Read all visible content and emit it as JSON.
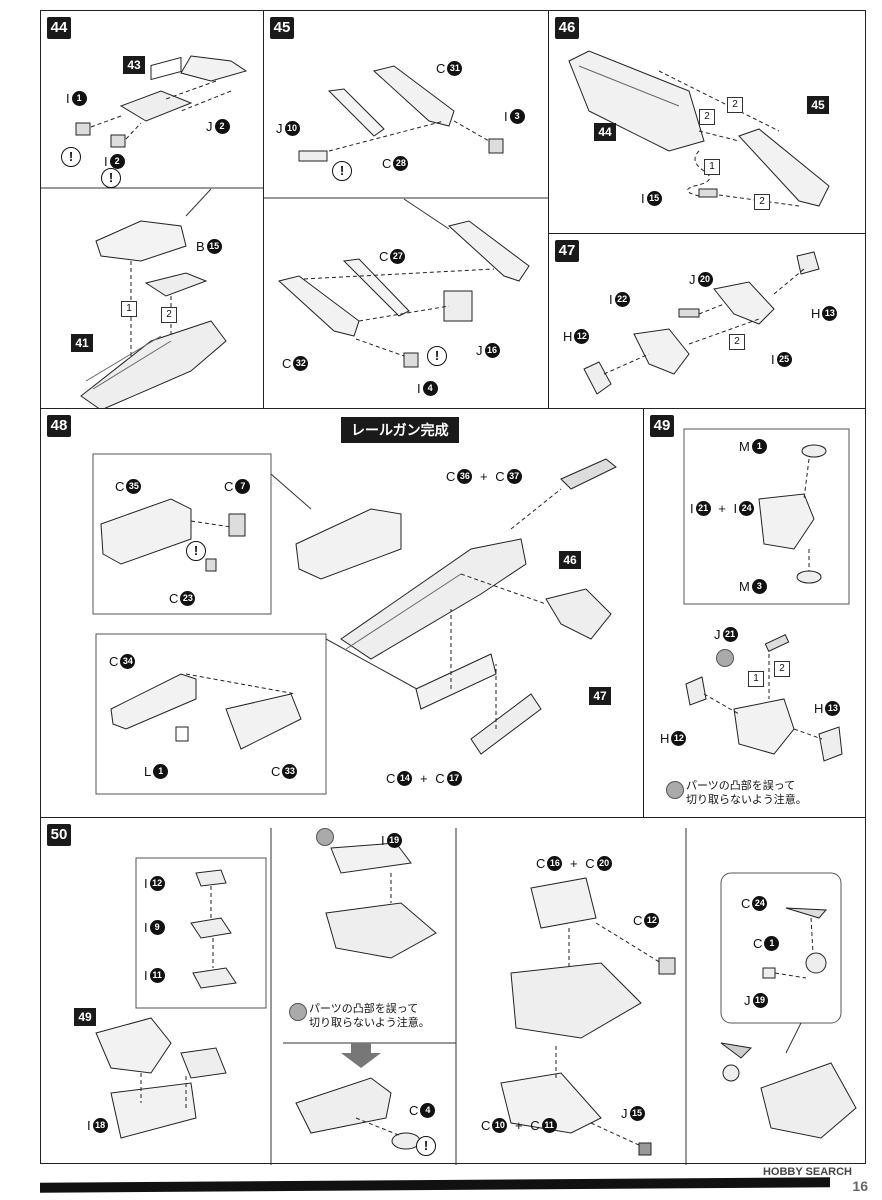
{
  "steps": {
    "s44": "44",
    "s45": "45",
    "s46": "46",
    "s47": "47",
    "s48": "48",
    "s49": "49",
    "s50": "50"
  },
  "refs": {
    "r43": "43",
    "r41": "41",
    "r45": "45",
    "r44": "44",
    "r46": "46",
    "r47": "47",
    "r49": "49"
  },
  "labels": {
    "p44": [
      {
        "letter": "I",
        "n": "1"
      },
      {
        "letter": "J",
        "n": "2"
      },
      {
        "letter": "I",
        "n": "2"
      },
      {
        "letter": "B",
        "n": "15"
      }
    ],
    "p45": [
      {
        "letter": "C",
        "n": "31"
      },
      {
        "letter": "J",
        "n": "10"
      },
      {
        "letter": "I",
        "n": "3"
      },
      {
        "letter": "C",
        "n": "28"
      },
      {
        "letter": "C",
        "n": "27"
      },
      {
        "letter": "C",
        "n": "32"
      },
      {
        "letter": "J",
        "n": "16"
      },
      {
        "letter": "I",
        "n": "4"
      }
    ],
    "p46": [
      {
        "letter": "I",
        "n": "15"
      }
    ],
    "p47": [
      {
        "letter": "J",
        "n": "20"
      },
      {
        "letter": "I",
        "n": "22"
      },
      {
        "letter": "H",
        "n": "12"
      },
      {
        "letter": "H",
        "n": "13"
      },
      {
        "letter": "I",
        "n": "25"
      }
    ],
    "p48": [
      {
        "letter": "C",
        "n": "35"
      },
      {
        "letter": "C",
        "n": "7"
      },
      {
        "letter": "C",
        "n": "23"
      },
      {
        "letter": "C",
        "n": "34"
      },
      {
        "letter": "L",
        "n": "1"
      },
      {
        "letter": "C",
        "n": "33"
      }
    ],
    "p48combo": [
      {
        "a": "C",
        "an": "36",
        "b": "C",
        "bn": "37"
      },
      {
        "a": "C",
        "an": "14",
        "b": "C",
        "bn": "17"
      }
    ],
    "p49": [
      {
        "letter": "M",
        "n": "1"
      },
      {
        "letter": "M",
        "n": "3"
      },
      {
        "letter": "J",
        "n": "21"
      },
      {
        "letter": "H",
        "n": "12"
      },
      {
        "letter": "H",
        "n": "13"
      }
    ],
    "p49combo": [
      {
        "a": "I",
        "an": "21",
        "b": "I",
        "bn": "24"
      }
    ],
    "p50": [
      {
        "letter": "I",
        "n": "12"
      },
      {
        "letter": "I",
        "n": "9"
      },
      {
        "letter": "I",
        "n": "11"
      },
      {
        "letter": "I",
        "n": "18"
      },
      {
        "letter": "I",
        "n": "19"
      },
      {
        "letter": "C",
        "n": "4"
      },
      {
        "letter": "C",
        "n": "12"
      },
      {
        "letter": "J",
        "n": "15"
      },
      {
        "letter": "C",
        "n": "24"
      },
      {
        "letter": "C",
        "n": "1"
      },
      {
        "letter": "J",
        "n": "19"
      }
    ],
    "p50combo": [
      {
        "a": "C",
        "an": "16",
        "b": "C",
        "bn": "20"
      },
      {
        "a": "C",
        "an": "10",
        "b": "C",
        "bn": "11"
      }
    ]
  },
  "order": [
    "1",
    "2"
  ],
  "warning_symbol": "!",
  "plus": "+",
  "title48": "レールガン完成",
  "notice": {
    "line1": "パーツの凸部を誤って",
    "line2": "切り取らないよう注意。"
  },
  "watermark": "HOBBY SEARCH",
  "page_number": "16"
}
